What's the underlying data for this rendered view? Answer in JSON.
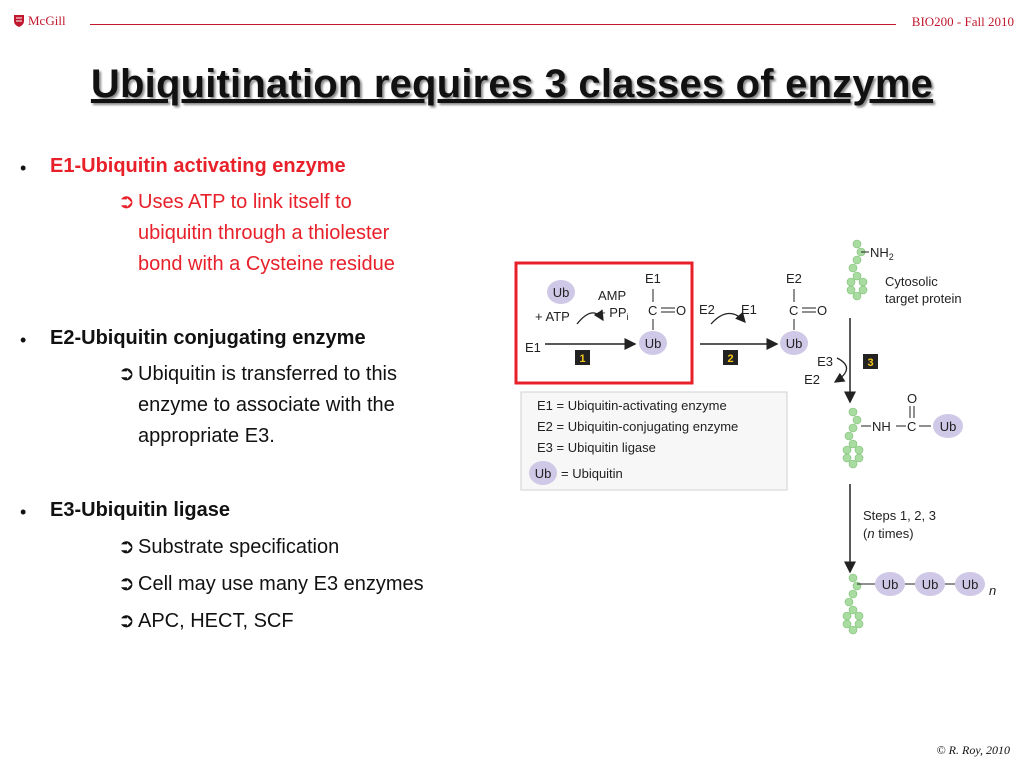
{
  "header": {
    "logo_text": "McGill",
    "course": "BIO200 - Fall 2010"
  },
  "title": "Ubiquitination requires 3 classes of enzyme",
  "bullets": [
    {
      "heading": "E1-Ubiquitin activating enzyme",
      "subs": [
        {
          "lines": [
            "Uses ATP to link itself to",
            "ubiquitin through a thiolester",
            "bond with a Cysteine residue"
          ]
        }
      ]
    },
    {
      "heading": "E2-Ubiquitin conjugating enzyme",
      "subs": [
        {
          "lines": [
            "Ubiquitin is transferred to this",
            "enzyme to associate with the",
            "appropriate E3."
          ]
        }
      ]
    },
    {
      "heading": "E3-Ubiquitin ligase",
      "subs": [
        {
          "lines": [
            "Substrate specification"
          ]
        },
        {
          "lines": [
            "Cell may use many E3 enzymes"
          ]
        },
        {
          "lines": [
            "APC, HECT, SCF"
          ]
        }
      ]
    }
  ],
  "diagram": {
    "ub": "Ub",
    "atp": "+ ATP",
    "amp": "AMP",
    "pp": "+ PP",
    "pp_sub": "i",
    "e1": "E1",
    "e2": "E2",
    "e3": "E3",
    "c": "C",
    "o": "O",
    "nh2": "NH",
    "nh2_sub": "2",
    "nh": "NH",
    "step1": "1",
    "step2": "2",
    "step3": "3",
    "target_line1": "Cytosolic",
    "target_line2": "target protein",
    "legend": [
      "E1 = Ubiquitin-activating enzyme",
      "E2 = Ubiquitin-conjugating enzyme",
      "E3 = Ubiquitin ligase",
      "= Ubiquitin"
    ],
    "steps_line1": "Steps 1, 2, 3",
    "steps_line2_open": "(",
    "steps_line2_n": "n",
    "steps_line2_rest": " times)",
    "n": "n"
  },
  "footer": "©  R. Roy, 2010"
}
